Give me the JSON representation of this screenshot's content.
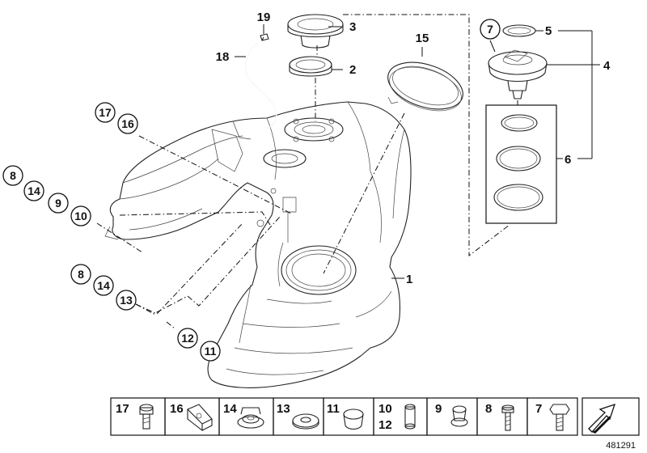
{
  "callouts": {
    "c1": "1",
    "c2": "2",
    "c3": "3",
    "c4": "4",
    "c5": "5",
    "c6": "6",
    "c7": "7",
    "c15": "15",
    "c18": "18",
    "c19": "19",
    "c17a": "17",
    "c16a": "16",
    "c8a": "8",
    "c14a": "14",
    "c9a": "9",
    "c10a": "10",
    "c8b": "8",
    "c14b": "14",
    "c13b": "13",
    "c12b": "12",
    "c11b": "11"
  },
  "legend": {
    "items": [
      {
        "label": "17",
        "icon": "screw-icon"
      },
      {
        "label": "16",
        "icon": "clip-icon"
      },
      {
        "label": "14",
        "icon": "rubber-grommet-icon"
      },
      {
        "label": "13",
        "icon": "washer-icon"
      },
      {
        "label": "11",
        "icon": "cap-icon"
      },
      {
        "label": "10",
        "label2": "12",
        "icon": "sleeve-icon"
      },
      {
        "label": "9",
        "icon": "bushing-icon"
      },
      {
        "label": "8",
        "icon": "bolt-icon"
      },
      {
        "label": "7",
        "icon": "hex-bolt-icon"
      }
    ],
    "direction_icon": "arrow-icon"
  },
  "image_number": "481291"
}
